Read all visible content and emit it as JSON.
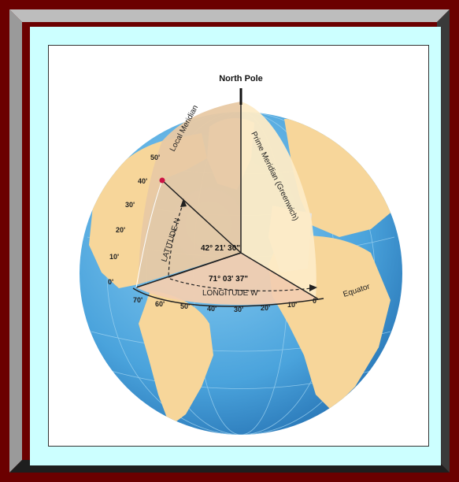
{
  "colors": {
    "outer_frame": "#6b0000",
    "bevel_light": "#c8c8c8",
    "bevel_dark": "#2a2a2a",
    "panel_background": "#ccffff",
    "ocean": "#4aa3dc",
    "land": "#f7d69a",
    "ice": "#e4e4e4",
    "local_meridian_plane": "#e8c9a4",
    "prime_meridian_plane": "#fdebc6",
    "equator_plane": "#f2cdb0",
    "marker": "#cc1144"
  },
  "labels": {
    "north_pole": "North Pole",
    "local_meridian": "Local Meridian",
    "prime_meridian": "Prime Meridian (Greenwich)",
    "latitude": "LATITUDE N",
    "latitude_value": "42° 21' 30\"",
    "longitude_value": "71° 03' 37\"",
    "longitude": "LONGITUDE W",
    "equator": "Equator"
  },
  "latitude_ticks": [
    "50'",
    "40'",
    "30'",
    "20'",
    "10'",
    "0'"
  ],
  "longitude_ticks": [
    "70'",
    "60'",
    "50'",
    "40'",
    "30'",
    "20'",
    "10'",
    "0'"
  ]
}
